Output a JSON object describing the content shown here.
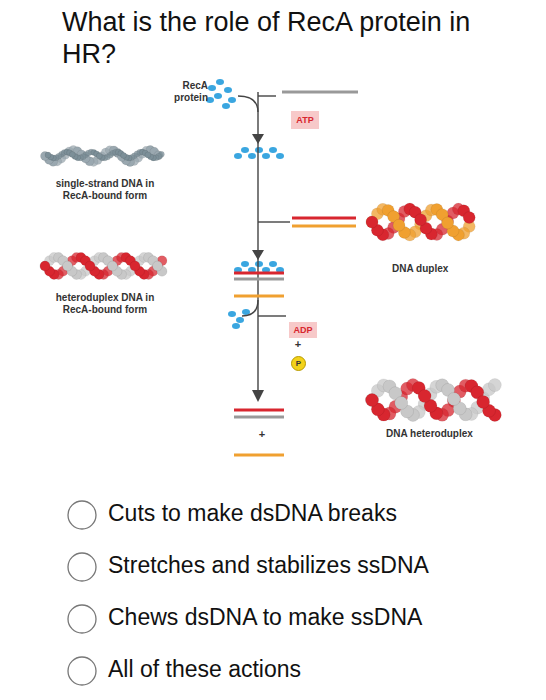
{
  "diagram": {
    "title": "What is the role of RecA protein in HR?",
    "nodes": [
      {
        "text": [
          "ATP"
        ]
      },
      {
        "text": [
          "ADP"
        ]
      },
      {
        "text": [
          "P"
        ]
      }
    ],
    "labels": [
      "RecA protein",
      "single-strand DNA in RecA-bound form",
      "DNA duplex",
      "heteroduplex DNA in RecA-bound form",
      "+",
      "+",
      "DNA heteroduplex",
      "Cuts to make dsDNA breaks",
      "Stretches and stabilizes ssDNA",
      "Chews dsDNA to make ssDNA",
      "All of these actions"
    ]
  }
}
